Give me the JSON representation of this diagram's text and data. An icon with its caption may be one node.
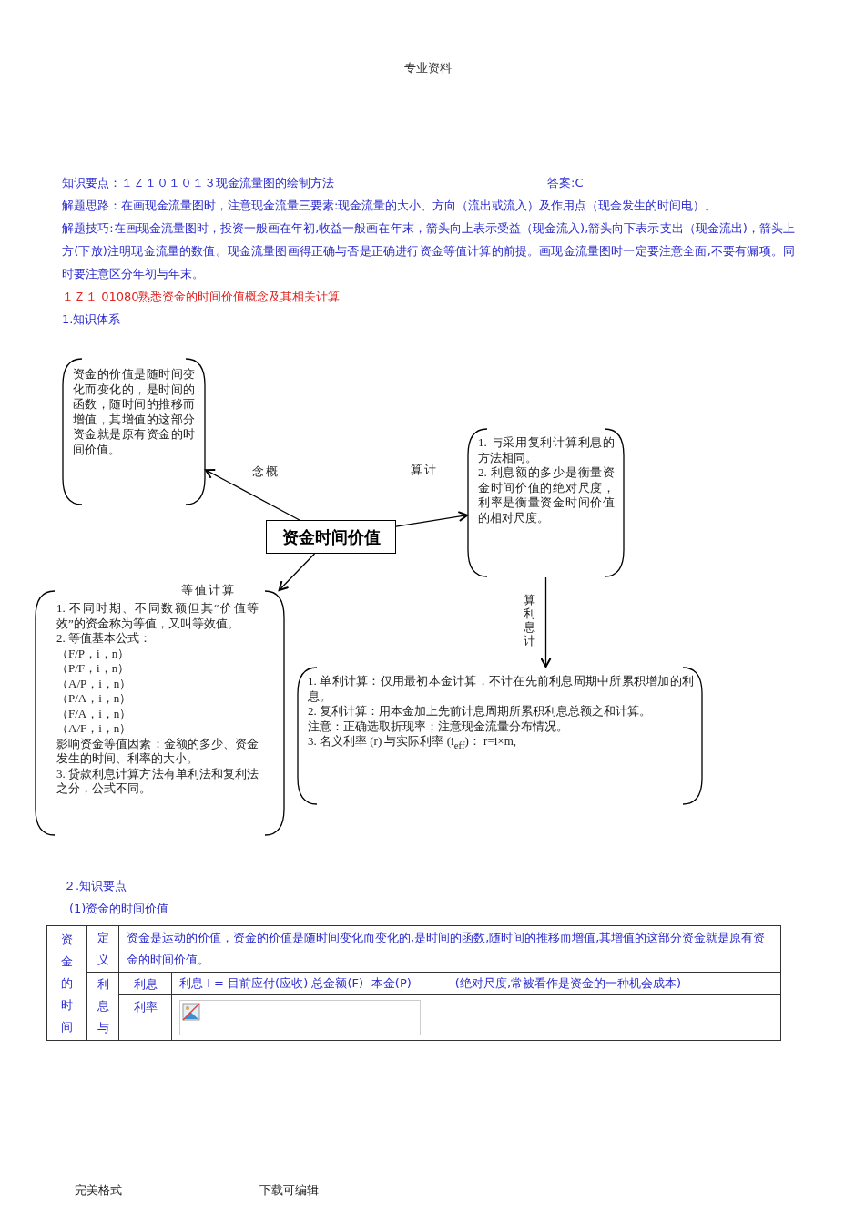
{
  "diagram": {
    "nodes": [
      {
        "text": [
          "资金时间价值"
        ]
      },
      {
        "text": [
          "资金的价值是随时间变化而变化的，是时间的函数，随时间的推移而增值，其增值的这部分资金就是原有资金的时间价值。"
        ]
      },
      {
        "text": [
          "1. 与采用复利计算利息的方法相同。",
          "2. 利息额的多少是衡量资金时间价值的绝对尺度，利率是衡量资金时间价值的相对尺度。"
        ]
      },
      {
        "text": [
          "1. 不同时期、不同数额但其“价值等效”的资金称为等值，又叫等效值。",
          "2. 等值基本公式：",
          "（F/P，i，n）",
          "（P/F，i，n）",
          "（A/P，i，n）",
          "（P/A，i，n）",
          "（F/A，i，n）",
          "（A/F，i，n）",
          "影响资金等值因素：金额的多少、资金发生的时间、利率的大小。",
          "3. 贷款利息计算方法有单利法和复利法之分，公式不同。"
        ]
      },
      {
        "text": [
          "1. 单利计算：仅用最初本金计算，不计在先前利息周期中所累积增加的利息。",
          "2. 复利计算：用本金加上先前计息周期所累积利息总额之和计算。",
          "注意：正确选取折现率；注意现金流量分布情况。",
          "3. 名义利率 (r) 与实际利率 (i$_{eff}$)： r=i×m,"
        ]
      }
    ],
    "edges": [
      {
        "from": 0,
        "to": 1,
        "arrow": "to",
        "label": "念概"
      },
      {
        "from": 0,
        "to": 2,
        "arrow": "to",
        "label": "算计"
      },
      {
        "from": 0,
        "to": 3,
        "arrow": "to",
        "label": "等值计算"
      },
      {
        "from": 2,
        "to": 4,
        "arrow": "to",
        "label": "算利息计"
      }
    ],
    "labels": [
      "专业资料",
      "知识要点：１Ｚ１０１０１３现金流量图的绘制方法",
      "答案:C",
      "解题思路：在画现金流量图时，注意现金流量三要素:现金流量的大小、方向（流出或流入）及作用点（现金发生的时间电）。",
      "解题技巧:在画现金流量图时，投资一般画在年初,收益一般画在年末，箭头向上表示受益（现金流入),箭头向下表示支出（现金流出)，箭头上方(下放)注明现金流量的数值。现金流量图画得正确与否是正确进行资金等值计算的前提。画现金流量图时一定要注意全面,不要有漏项。同时要注意区分年初与年末。",
      "１Ｚ１ 01080熟悉资金的时间价值概念及其相关计算",
      "1.知识体系",
      "２.知识要点",
      "(1)资金的时间价值",
      "资金的时间",
      "定义",
      "资金是运动的价值，资金的价值是随时间变化而变化的,是时间的函数,随时间的推移而增值,其增值的这部分资金就是原有资金的时间价值。",
      "利息与",
      "利息",
      "利息 I = 目前应付(应收) 总金额(F)- 本金(P)",
      "(绝对尺度,常被看作是资金的一种机会成本)",
      "利率",
      "完美格式",
      "下载可编辑"
    ]
  }
}
